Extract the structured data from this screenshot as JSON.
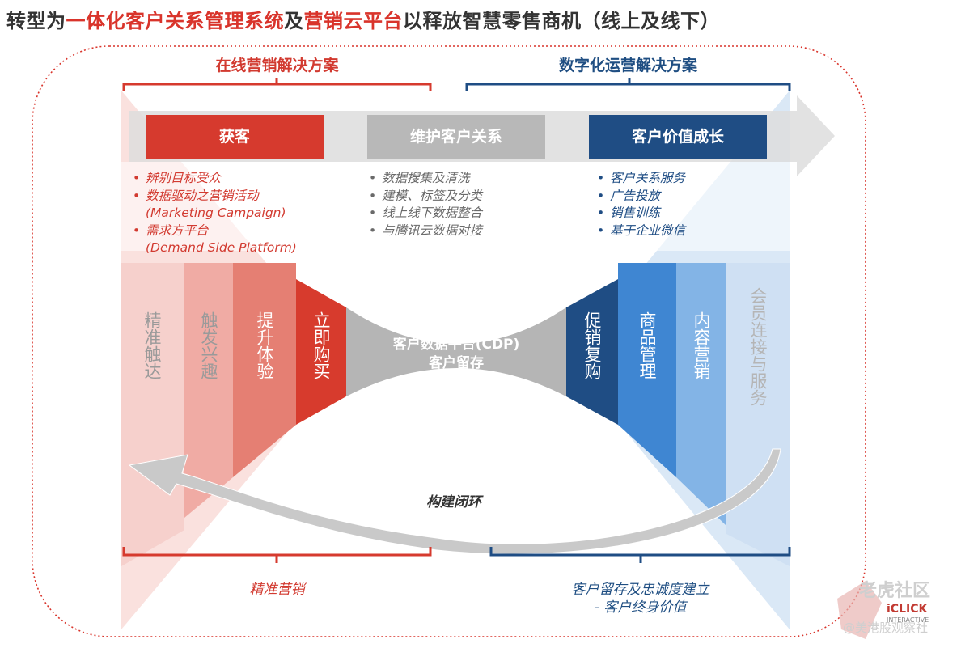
{
  "title": {
    "part1": "转型为",
    "highlight1": "一体化客户关系管理系统",
    "part2": "及",
    "highlight2": "营销云平台",
    "part3": "以释放智慧零售商机（线上及线下）"
  },
  "sections": {
    "left_heading": "在线营销解决方案",
    "right_heading": "数字化运营解决方案"
  },
  "stages": [
    {
      "label": "获客",
      "color": "#d63a2e"
    },
    {
      "label": "维护客户关系",
      "color": "#b8b8b8"
    },
    {
      "label": "客户价值成长",
      "color": "#1f4d84"
    }
  ],
  "bullets": {
    "acquire": [
      "辨别目标受众",
      "数据驱动之营销活动",
      "(Marketing Campaign)",
      "需求方平台",
      "(Demand Side Platform)"
    ],
    "maintain": [
      "数据搜集及清洗",
      "建模、标签及分类",
      "线上线下数据整合",
      "与腾讯云数据对接"
    ],
    "grow": [
      "客户关系服务",
      "广告投放",
      "销售训练",
      "基于企业微信"
    ]
  },
  "funnel_left": [
    {
      "label": "精准触达",
      "color": "#f6d0cc"
    },
    {
      "label": "触发兴趣",
      "color": "#f0aba4"
    },
    {
      "label": "提升体验",
      "color": "#e57f73"
    },
    {
      "label": "立即购买",
      "color": "#d73b2d"
    }
  ],
  "center": {
    "line1": "客户数据平台(CDP)",
    "line2": "客户留存"
  },
  "funnel_right": [
    {
      "label": "促销复购",
      "color": "#1f4d84"
    },
    {
      "label": "商品管理",
      "color": "#3f86d2"
    },
    {
      "label": "内容营销",
      "color": "#83b4e6"
    },
    {
      "label": "会员连接与服务",
      "color": "#cfe0f3"
    }
  ],
  "loop_label": "构建闭环",
  "footer": {
    "left": "精准营销",
    "right_line1": "客户留存及忠诚度建立",
    "right_line2": "- 客户终身价值"
  },
  "watermark": {
    "line1": "老虎社区",
    "line2": "@美港股观察社",
    "logo_text": "iCLICK",
    "logo_sub": "INTERACTIVE"
  },
  "colors": {
    "red": "#d63a2e",
    "blue": "#1f4d84",
    "grey": "#b8b8b8"
  }
}
